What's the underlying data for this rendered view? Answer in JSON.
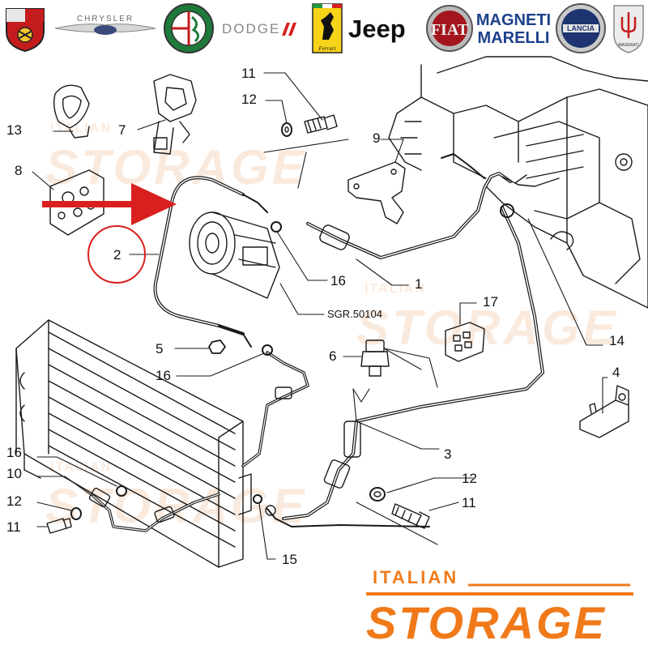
{
  "brands": [
    {
      "name": "ABARTH",
      "icon": "abarth-scorpion-logo-icon"
    },
    {
      "name": "CHRYSLER",
      "icon": "chrysler-wings-logo-icon"
    },
    {
      "name": "ALFA ROMEO",
      "icon": "alfa-romeo-badge-icon"
    },
    {
      "name": "DODGE",
      "icon": "dodge-logo-icon"
    },
    {
      "name": "Ferrari",
      "icon": "ferrari-horse-shield-icon"
    },
    {
      "name": "Jeep",
      "icon": "jeep-wordmark-icon"
    },
    {
      "name": "FIAT",
      "icon": "fiat-badge-icon"
    },
    {
      "name": "MAGNETI MARELLI",
      "icon": "magneti-marelli-wordmark-icon"
    },
    {
      "name": "LANCIA",
      "icon": "lancia-badge-icon"
    },
    {
      "name": "MASERATI",
      "icon": "maserati-trident-icon"
    }
  ],
  "callouts": {
    "c1": "1",
    "c2": "2",
    "c3": "3",
    "c4": "4",
    "c5": "5",
    "c6": "6",
    "c7": "7",
    "c8": "8",
    "c9": "9",
    "c10": "10",
    "c11a": "11",
    "c11b": "11",
    "c11c": "11",
    "c12a": "12",
    "c12b": "12",
    "c12c": "12",
    "c13": "13",
    "c14": "14",
    "c15": "15",
    "c16a": "16",
    "c16b": "16",
    "c16c": "16",
    "c17": "17"
  },
  "ref_code": "SGR.50104",
  "watermark": {
    "top": "ITALIAN",
    "bottom": "STORAGE"
  },
  "footer_logo": {
    "top": "ITALIAN",
    "bottom": "STORAGE"
  },
  "colors": {
    "accent_red": "#d9201f",
    "brand_orange": "#f07a1a",
    "watermark_peach": "#f7d9c2",
    "line_art": "#1a1a1a",
    "background": "#ffffff"
  }
}
